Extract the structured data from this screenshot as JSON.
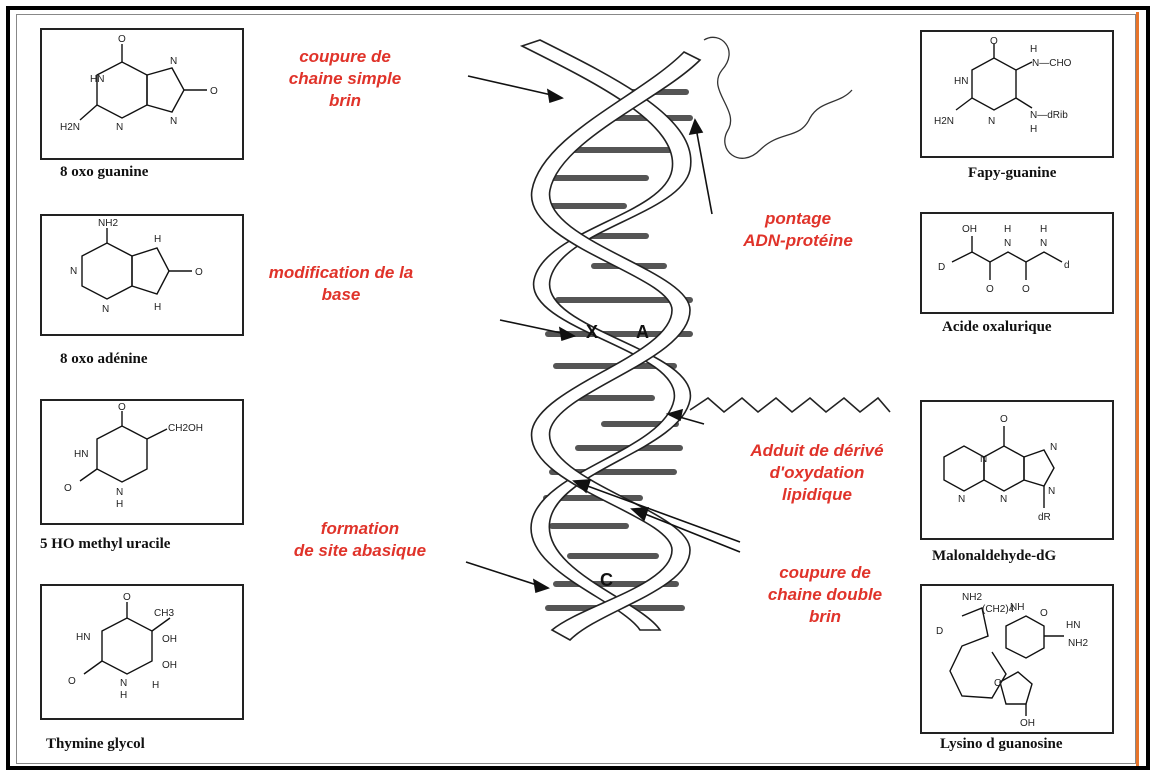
{
  "left_molecules": [
    {
      "caption": "8 oxo guanine",
      "labels": {
        "o_top": "O",
        "nh2": "H2N",
        "n1": "N",
        "n_low": "N",
        "hn": "HN",
        "n_r": "N",
        "o_r": "O"
      }
    },
    {
      "caption": "8 oxo adénine",
      "labels": {
        "nh2": "NH2",
        "n_left": "N",
        "n_low": "N",
        "h_top": "H",
        "h_bot": "H",
        "o_r": "O"
      }
    },
    {
      "caption": "5 HO methyl uracile",
      "labels": {
        "o_top": "O",
        "ch2oh": "CH2OH",
        "hn": "HN",
        "o_l": "O",
        "nh": "N",
        "h": "H"
      }
    },
    {
      "caption": "Thymine glycol",
      "labels": {
        "o_top": "O",
        "ch3": "CH3",
        "hn": "HN",
        "oh1": "OH",
        "oh2": "OH",
        "o_l": "O",
        "h_bot": "H",
        "nh": "N",
        "h2": "H"
      }
    }
  ],
  "right_molecules": [
    {
      "caption": "Fapy-guanine",
      "labels": {
        "o": "O",
        "h1": "H",
        "nh_cho": "N—CHO",
        "hn": "HN",
        "h2n": "H2N",
        "n": "N",
        "nh_drib": "N—dRib",
        "h2": "H"
      }
    },
    {
      "caption": "Acide oxalurique",
      "labels": {
        "oh": "OH",
        "h1": "H",
        "h2": "H",
        "n1": "N",
        "n2": "N",
        "d1": "D",
        "o1": "O",
        "o2": "O",
        "d2": "d"
      }
    },
    {
      "caption": "Malonaldehyde-dG",
      "labels": {
        "o": "O",
        "n1": "N",
        "n2": "N",
        "n3": "N",
        "n4": "N",
        "n5": "N",
        "dr": "dR"
      }
    },
    {
      "caption": "Lysino d guanosine",
      "labels": {
        "nh2": "NH2",
        "ch2": "(CH2)4",
        "nh": "NH",
        "o": "O",
        "hn": "HN",
        "nh2b": "NH2",
        "o2": "O",
        "oh": "OH",
        "d": "D"
      }
    }
  ],
  "annotations": {
    "single_strand_break": "coupure de\nchaine simple\nbrin",
    "base_modification": "modification de la\nbase",
    "abasic_site": "formation\nde site abasique",
    "dna_protein_crosslink": "pontage\nADN-protéine",
    "lipid_adduct": "Adduit de dérivé\nd'oxydation\nlipidique",
    "double_strand_break": "coupure de\nchaine double\nbrin"
  },
  "helix_labels": {
    "x": "X",
    "a": "A",
    "c": "C"
  },
  "colors": {
    "accent_red": "#e0332a",
    "frame_orange": "#e8742a"
  }
}
